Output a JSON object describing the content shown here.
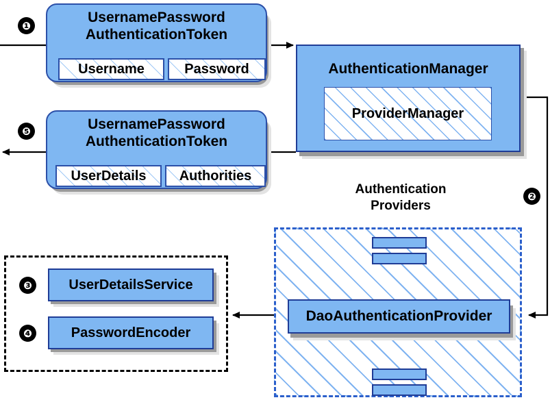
{
  "diagram": {
    "title": "Spring Security username/password authentication flow",
    "colors": {
      "component_fill": "#7FB7F2",
      "component_border": "#1F3C96",
      "hatch_line": "#78AFF0",
      "zone_border": "#2B5FCB",
      "badge_fill": "#000000",
      "line": "#000000"
    },
    "steps": [
      {
        "id": "1",
        "label": "❶"
      },
      {
        "id": "2",
        "label": "❷"
      },
      {
        "id": "3",
        "label": "❸"
      },
      {
        "id": "4",
        "label": "❹"
      },
      {
        "id": "5",
        "label": "❺"
      }
    ],
    "request_token": {
      "title_line1": "UsernamePassword",
      "title_line2": "AuthenticationToken",
      "fields": [
        "Username",
        "Password"
      ]
    },
    "response_token": {
      "title_line1": "UsernamePassword",
      "title_line2": "AuthenticationToken",
      "fields": [
        "UserDetails",
        "Authorities"
      ]
    },
    "authentication_manager": {
      "label": "AuthenticationManager",
      "inner_label": "ProviderManager"
    },
    "providers_zone": {
      "caption_line1": "Authentication",
      "caption_line2": "Providers",
      "main_provider": "DaoAuthenticationProvider",
      "other_providers_top": [
        "",
        ""
      ],
      "other_providers_bottom": [
        "",
        ""
      ]
    },
    "support_beans": {
      "items": [
        "UserDetailsService",
        "PasswordEncoder"
      ]
    }
  }
}
